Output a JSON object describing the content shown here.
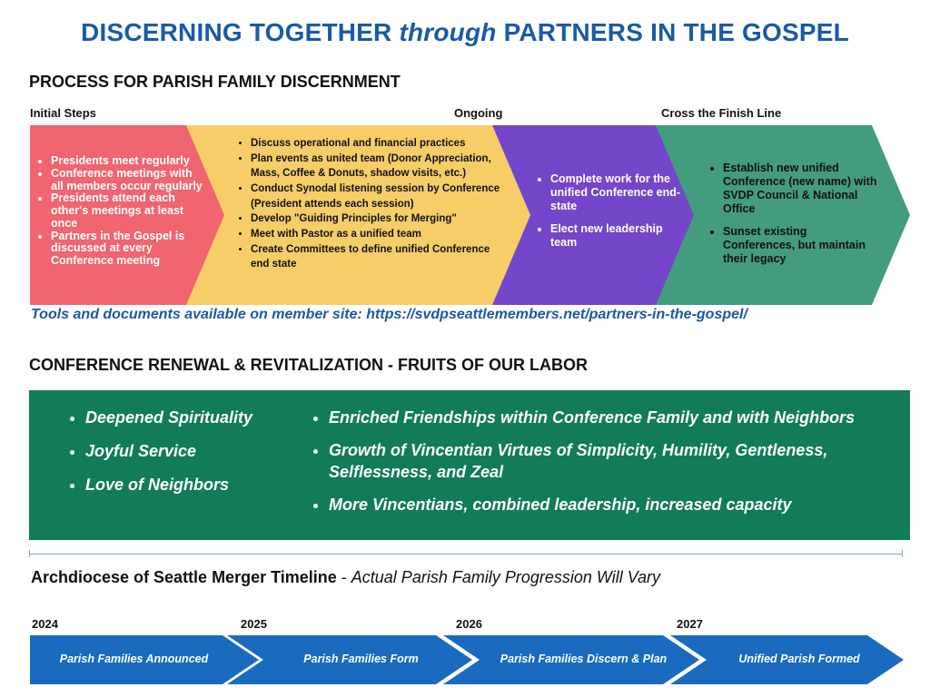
{
  "title": {
    "part1": "DISCERNING TOGETHER ",
    "part2": "through",
    "part3": " PARTNERS IN THE GOSPEL"
  },
  "process": {
    "heading": "PROCESS FOR PARISH FAMILY DISCERNMENT",
    "stage_labels": {
      "initial": "Initial Steps",
      "ongoing": "Ongoing",
      "finish": "Cross the Finish Line"
    },
    "colors": {
      "stage1": "#f0656f",
      "stage2": "#f7cd67",
      "stage3": "#7446c9",
      "stage4": "#449c7f"
    },
    "stage1_items": [
      "Presidents meet regularly",
      "Conference meetings with all members occur regularly",
      "Presidents attend each other's meetings at least once",
      "Partners in the Gospel is discussed at every Conference meeting"
    ],
    "stage2_items": [
      "Discuss operational and financial practices",
      "Plan events as united team (Donor Appreciation, Mass, Coffee & Donuts, shadow visits, etc.)",
      "Conduct Synodal listening session by Conference (President attends each session)",
      "Develop \"Guiding Principles for Merging\"",
      "Meet with Pastor as a unified team",
      "Create Committees to define unified Conference end state"
    ],
    "stage3_items": [
      "Complete work for the unified Conference end-state",
      "Elect new leadership team"
    ],
    "stage4_items": [
      "Establish new unified Conference (new name) with SVDP Council & National Office",
      "Sunset existing Conferences, but maintain their legacy"
    ],
    "tools_line": "Tools and documents available on member site: https://svdpseattlemembers.net/partners-in-the-gospel/"
  },
  "fruits": {
    "heading": "CONFERENCE RENEWAL & REVITALIZATION - FRUITS OF OUR LABOR",
    "box_color": "#117c57",
    "left_items": [
      "Deepened Spirituality",
      "Joyful Service",
      "Love of Neighbors"
    ],
    "right_items": [
      "Enriched Friendships within Conference Family and with Neighbors",
      "Growth of Vincentian Virtues of Simplicity, Humility, Gentleness, Selflessness, and Zeal",
      "More Vincentians, combined leadership, increased capacity"
    ]
  },
  "timeline": {
    "title_bold": "Archdiocese of Seattle Merger Timeline",
    "title_sep": " - ",
    "title_italic": "Actual Parish Family Progression Will Vary",
    "color": "#1a6bbf",
    "years": [
      "2024",
      "2025",
      "2026",
      "2027"
    ],
    "steps": [
      "Parish Families Announced",
      "Parish Families Form",
      "Parish Families Discern & Plan",
      "Unified Parish Formed"
    ]
  }
}
